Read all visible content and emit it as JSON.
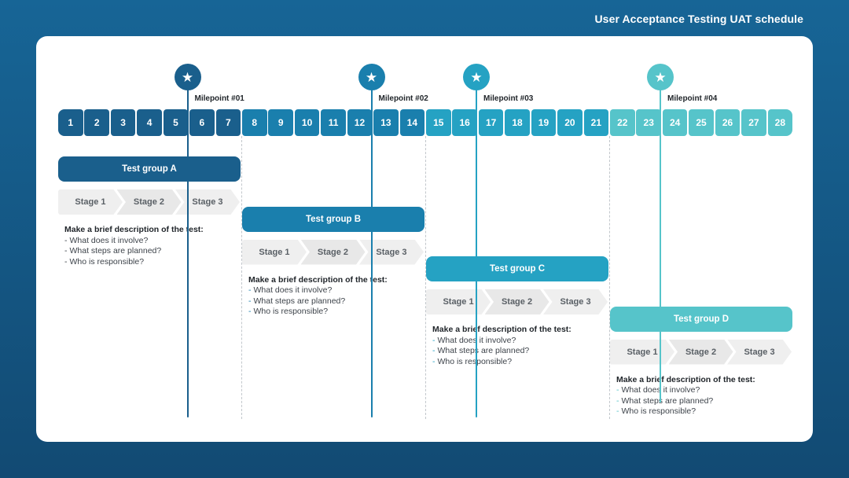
{
  "title": "User Acceptance Testing UAT schedule",
  "colors": {
    "background_top": "#176596",
    "card": "#ffffff",
    "week1": "#1a5f8c",
    "week2": "#1a7fad",
    "week3": "#25a2c3",
    "week4": "#56c4ca",
    "stage_bg": "#efefef"
  },
  "days": [
    "1",
    "2",
    "3",
    "4",
    "5",
    "6",
    "7",
    "8",
    "9",
    "10",
    "11",
    "12",
    "13",
    "14",
    "15",
    "16",
    "17",
    "18",
    "19",
    "20",
    "21",
    "22",
    "23",
    "24",
    "25",
    "26",
    "27",
    "28"
  ],
  "milestones": [
    {
      "label": "Milepoint #01",
      "icon": "star-icon"
    },
    {
      "label": "Milepoint #02",
      "icon": "star-icon"
    },
    {
      "label": "Milepoint #03",
      "icon": "star-icon"
    },
    {
      "label": "Milepoint #04",
      "icon": "star-icon"
    }
  ],
  "groups": [
    {
      "name": "Test group A",
      "stages": [
        "Stage 1",
        "Stage 2",
        "Stage 3"
      ],
      "desc_title": "Make a brief description of the test:",
      "items": [
        "What does it involve?",
        "What steps are planned?",
        "Who is responsible?"
      ]
    },
    {
      "name": "Test group B",
      "stages": [
        "Stage 1",
        "Stage 2",
        "Stage 3"
      ],
      "desc_title": "Make a brief description of the test:",
      "items": [
        "What does it involve?",
        "What steps are planned?",
        "Who is responsible?"
      ]
    },
    {
      "name": "Test group C",
      "stages": [
        "Stage 1",
        "Stage 2",
        "Stage 3"
      ],
      "desc_title": "Make a brief description of the test:",
      "items": [
        "What does it involve?",
        "What steps are planned?",
        "Who is responsible?"
      ]
    },
    {
      "name": "Test group D",
      "stages": [
        "Stage 1",
        "Stage 2",
        "Stage 3"
      ],
      "desc_title": "Make a brief description of the test:",
      "items": [
        "What does it involve?",
        "What steps are planned?",
        "Who is responsible?"
      ]
    }
  ]
}
